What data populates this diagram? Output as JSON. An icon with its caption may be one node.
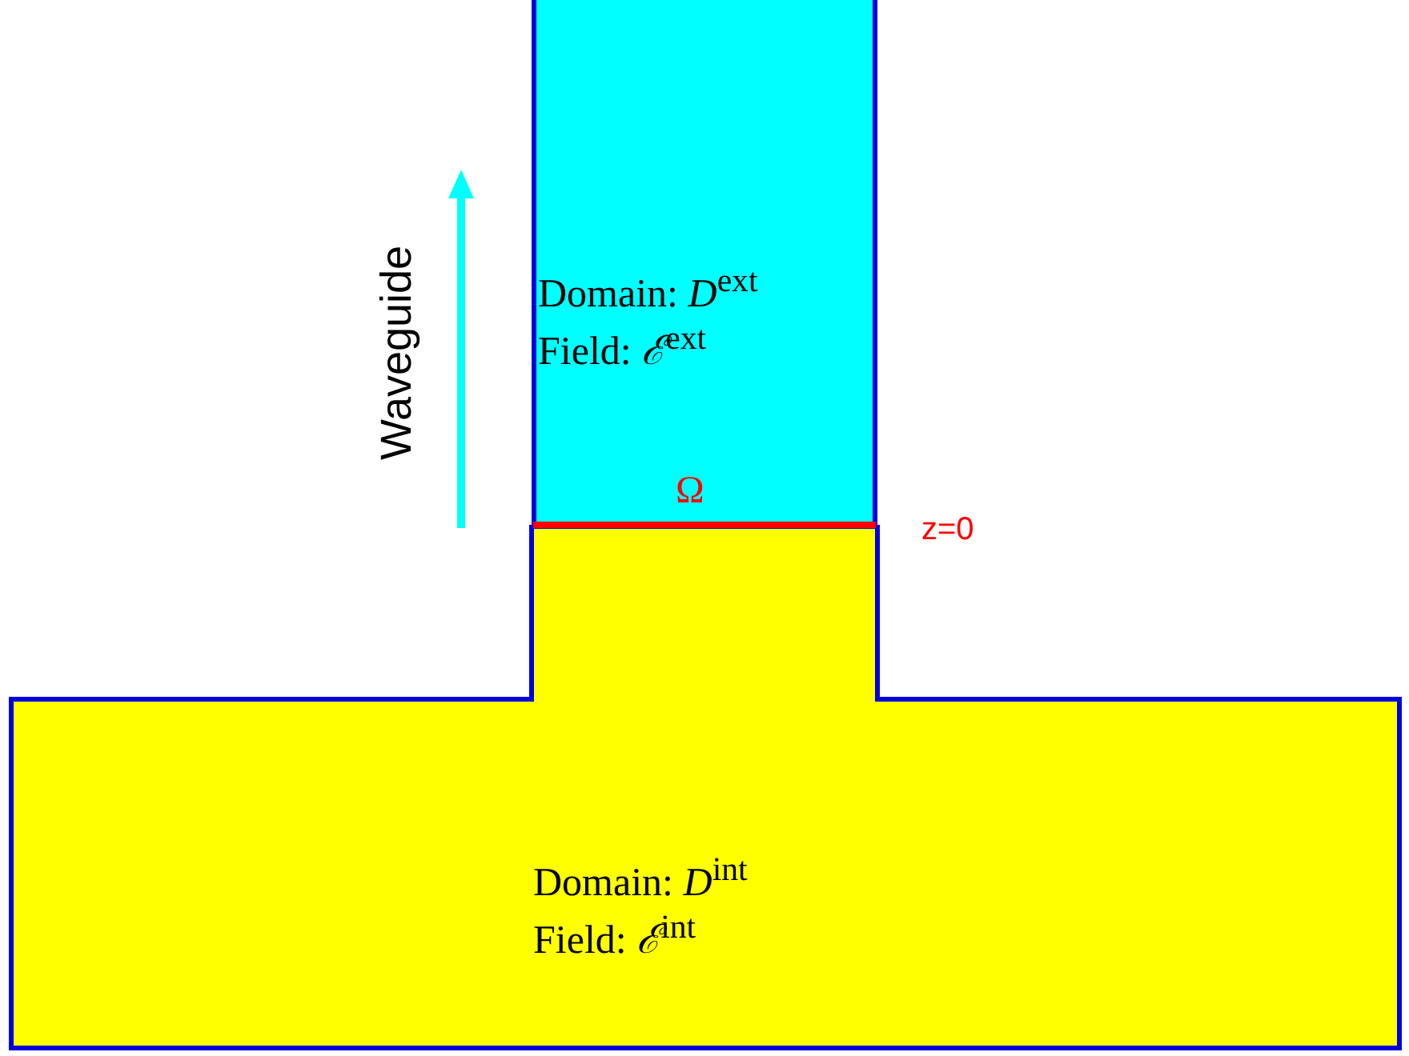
{
  "diagram": {
    "nodes": [
      {
        "text": [
          "Domain: *D*$^{ext}$",
          "Field: *ℰ*$^{ext}$"
        ]
      },
      {
        "text": [
          "Domain: *D*$^{int}$",
          "Field: *ℰ*$^{int}$"
        ]
      }
    ],
    "labels": [
      "Waveguide",
      "Ω",
      "z=0"
    ]
  }
}
